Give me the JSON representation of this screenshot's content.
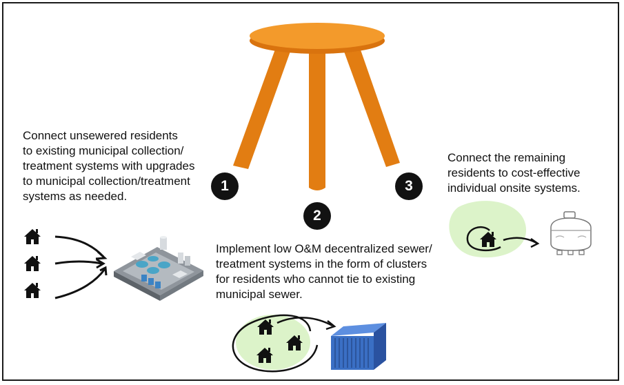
{
  "steps": [
    {
      "number": "1",
      "lines": [
        "Connect unsewered residents",
        "to existing municipal collection/",
        "treatment systems with upgrades",
        "to municipal collection/treatment",
        "systems as needed."
      ]
    },
    {
      "number": "2",
      "lines": [
        "Implement low O&M decentralized sewer/",
        "treatment systems in the form of clusters",
        "for residents who cannot tie to existing",
        "municipal sewer."
      ]
    },
    {
      "number": "3",
      "lines": [
        "Connect the remaining",
        "residents to cost-effective",
        "individual onsite systems."
      ]
    }
  ],
  "colors": {
    "stool_seat": "#f39a2b",
    "stool_legs": "#e27d12",
    "cluster_bg": "#dcf3c9",
    "container": "#3a6fc4",
    "badge": "#121212"
  },
  "icons": [
    "stool-icon",
    "house-icon",
    "arrow-icon",
    "treatment-plant-icon",
    "shipping-container-icon",
    "septic-tank-icon"
  ]
}
